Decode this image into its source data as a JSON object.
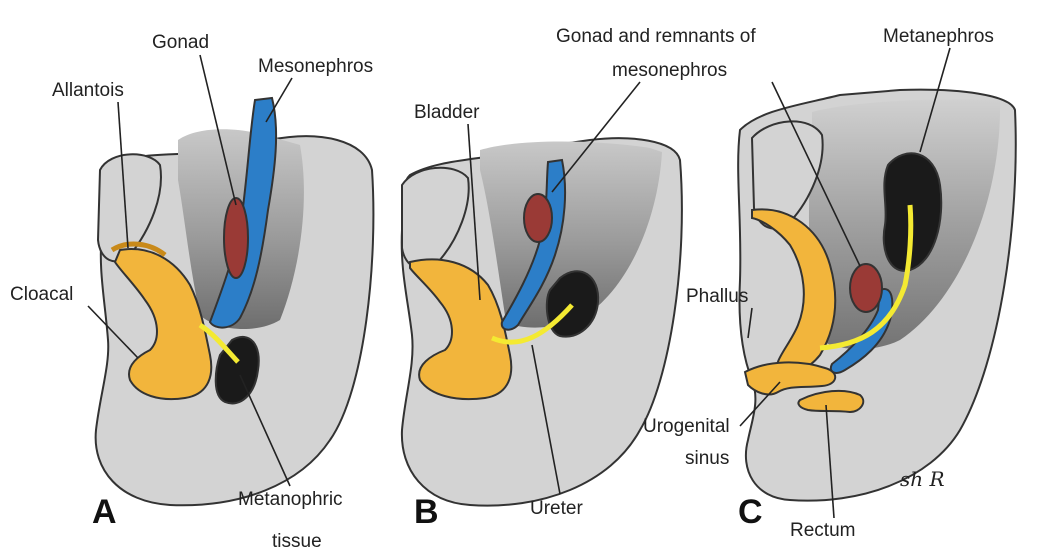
{
  "panels": {
    "a": {
      "letter": "A",
      "labels": {
        "gonad": "Gonad",
        "mesonephros": "Mesonephros",
        "allantois": "Allantois",
        "cloaca": "Cloacal",
        "metanephric_1": "Metanophric",
        "metanephric_2": "tissue"
      }
    },
    "b": {
      "letter": "B",
      "labels": {
        "bladder": "Bladder",
        "gonad_remnants_1": "Gonad and remnants of",
        "gonad_remnants_2": "mesonephros",
        "ureter": "Ureter"
      }
    },
    "c": {
      "letter": "C",
      "labels": {
        "metanephros": "Metanephros",
        "phallus": "Phallus",
        "urogenital_1": "Urogenital",
        "urogenital_2": "sinus",
        "rectum": "Rectum"
      }
    }
  },
  "colors": {
    "body": "#d3d3d3",
    "cavity": "#8e8e8e",
    "cloaca_bladder": "#f2b53c",
    "mesonephros": "#2c7ec8",
    "gonad": "#9a3a36",
    "metanephros": "#1a1a1a",
    "ureter": "#f4ea32"
  }
}
